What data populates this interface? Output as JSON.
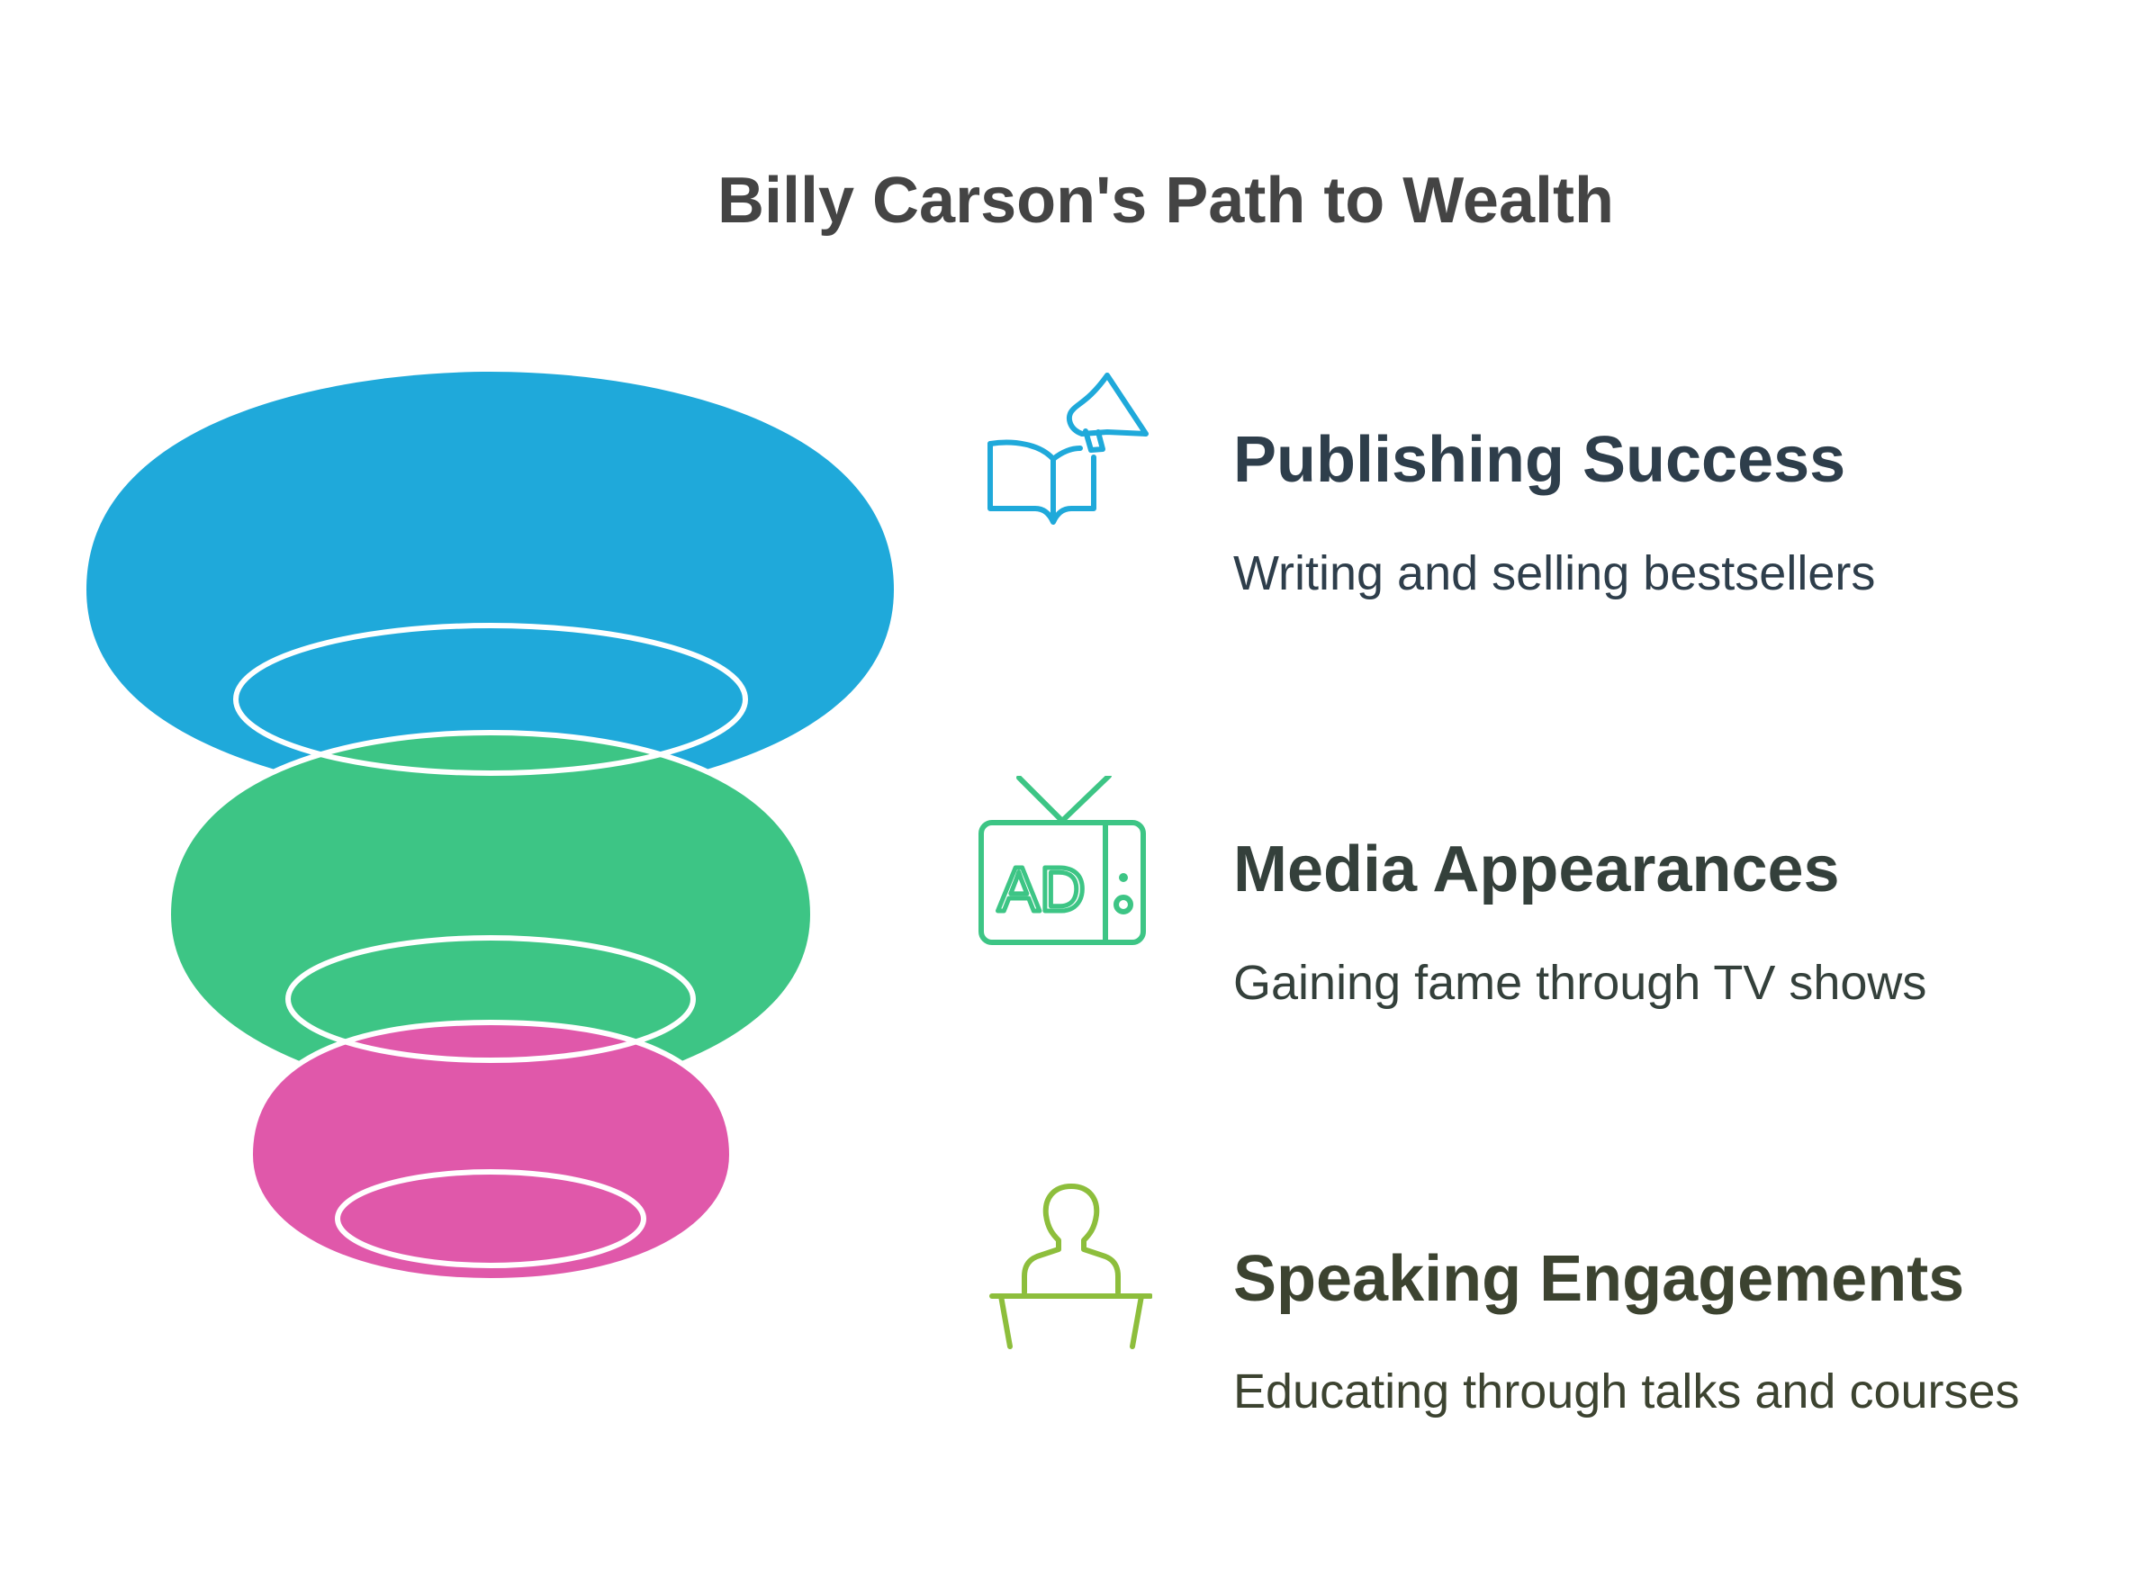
{
  "title": "Billy Carson's Path to Wealth",
  "colors": {
    "tier_1": "#1FA9DA",
    "tier_2": "#3DC585",
    "tier_3": "#E058AA",
    "icon_1": "#1FA9DA",
    "icon_2": "#3DC585",
    "icon_3": "#8DBE3C",
    "title_text": "#444444",
    "text_1": "#2E3E4B",
    "text_2": "#34403B",
    "text_3": "#3C4330"
  },
  "items": [
    {
      "title": "Publishing Success",
      "description": "Writing and selling bestsellers",
      "icon": "book-megaphone-icon"
    },
    {
      "title": "Media Appearances",
      "description": "Gaining fame through TV shows",
      "icon": "tv-ad-icon",
      "icon_text": "AD"
    },
    {
      "title": "Speaking Engagements",
      "description": "Educating through talks and courses",
      "icon": "speaker-podium-icon"
    }
  ]
}
